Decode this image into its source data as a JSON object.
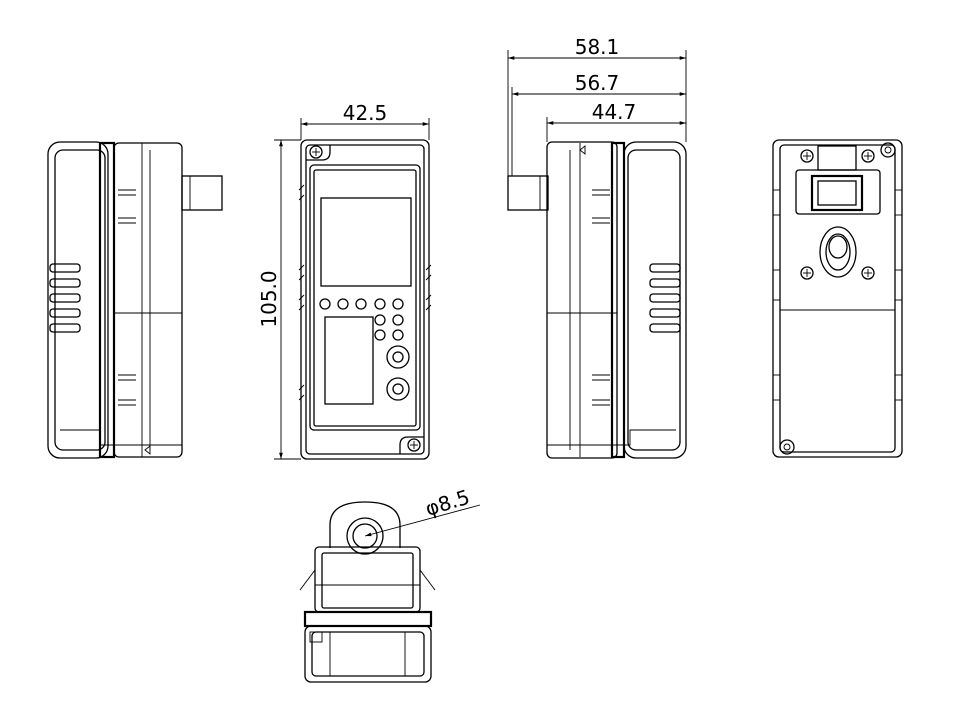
{
  "dimensions": {
    "front_width": "42.5",
    "front_height": "105.0",
    "overall_depth": "58.1",
    "mid_depth": "56.7",
    "body_depth": "44.7",
    "port_diameter": "φ8.5"
  }
}
